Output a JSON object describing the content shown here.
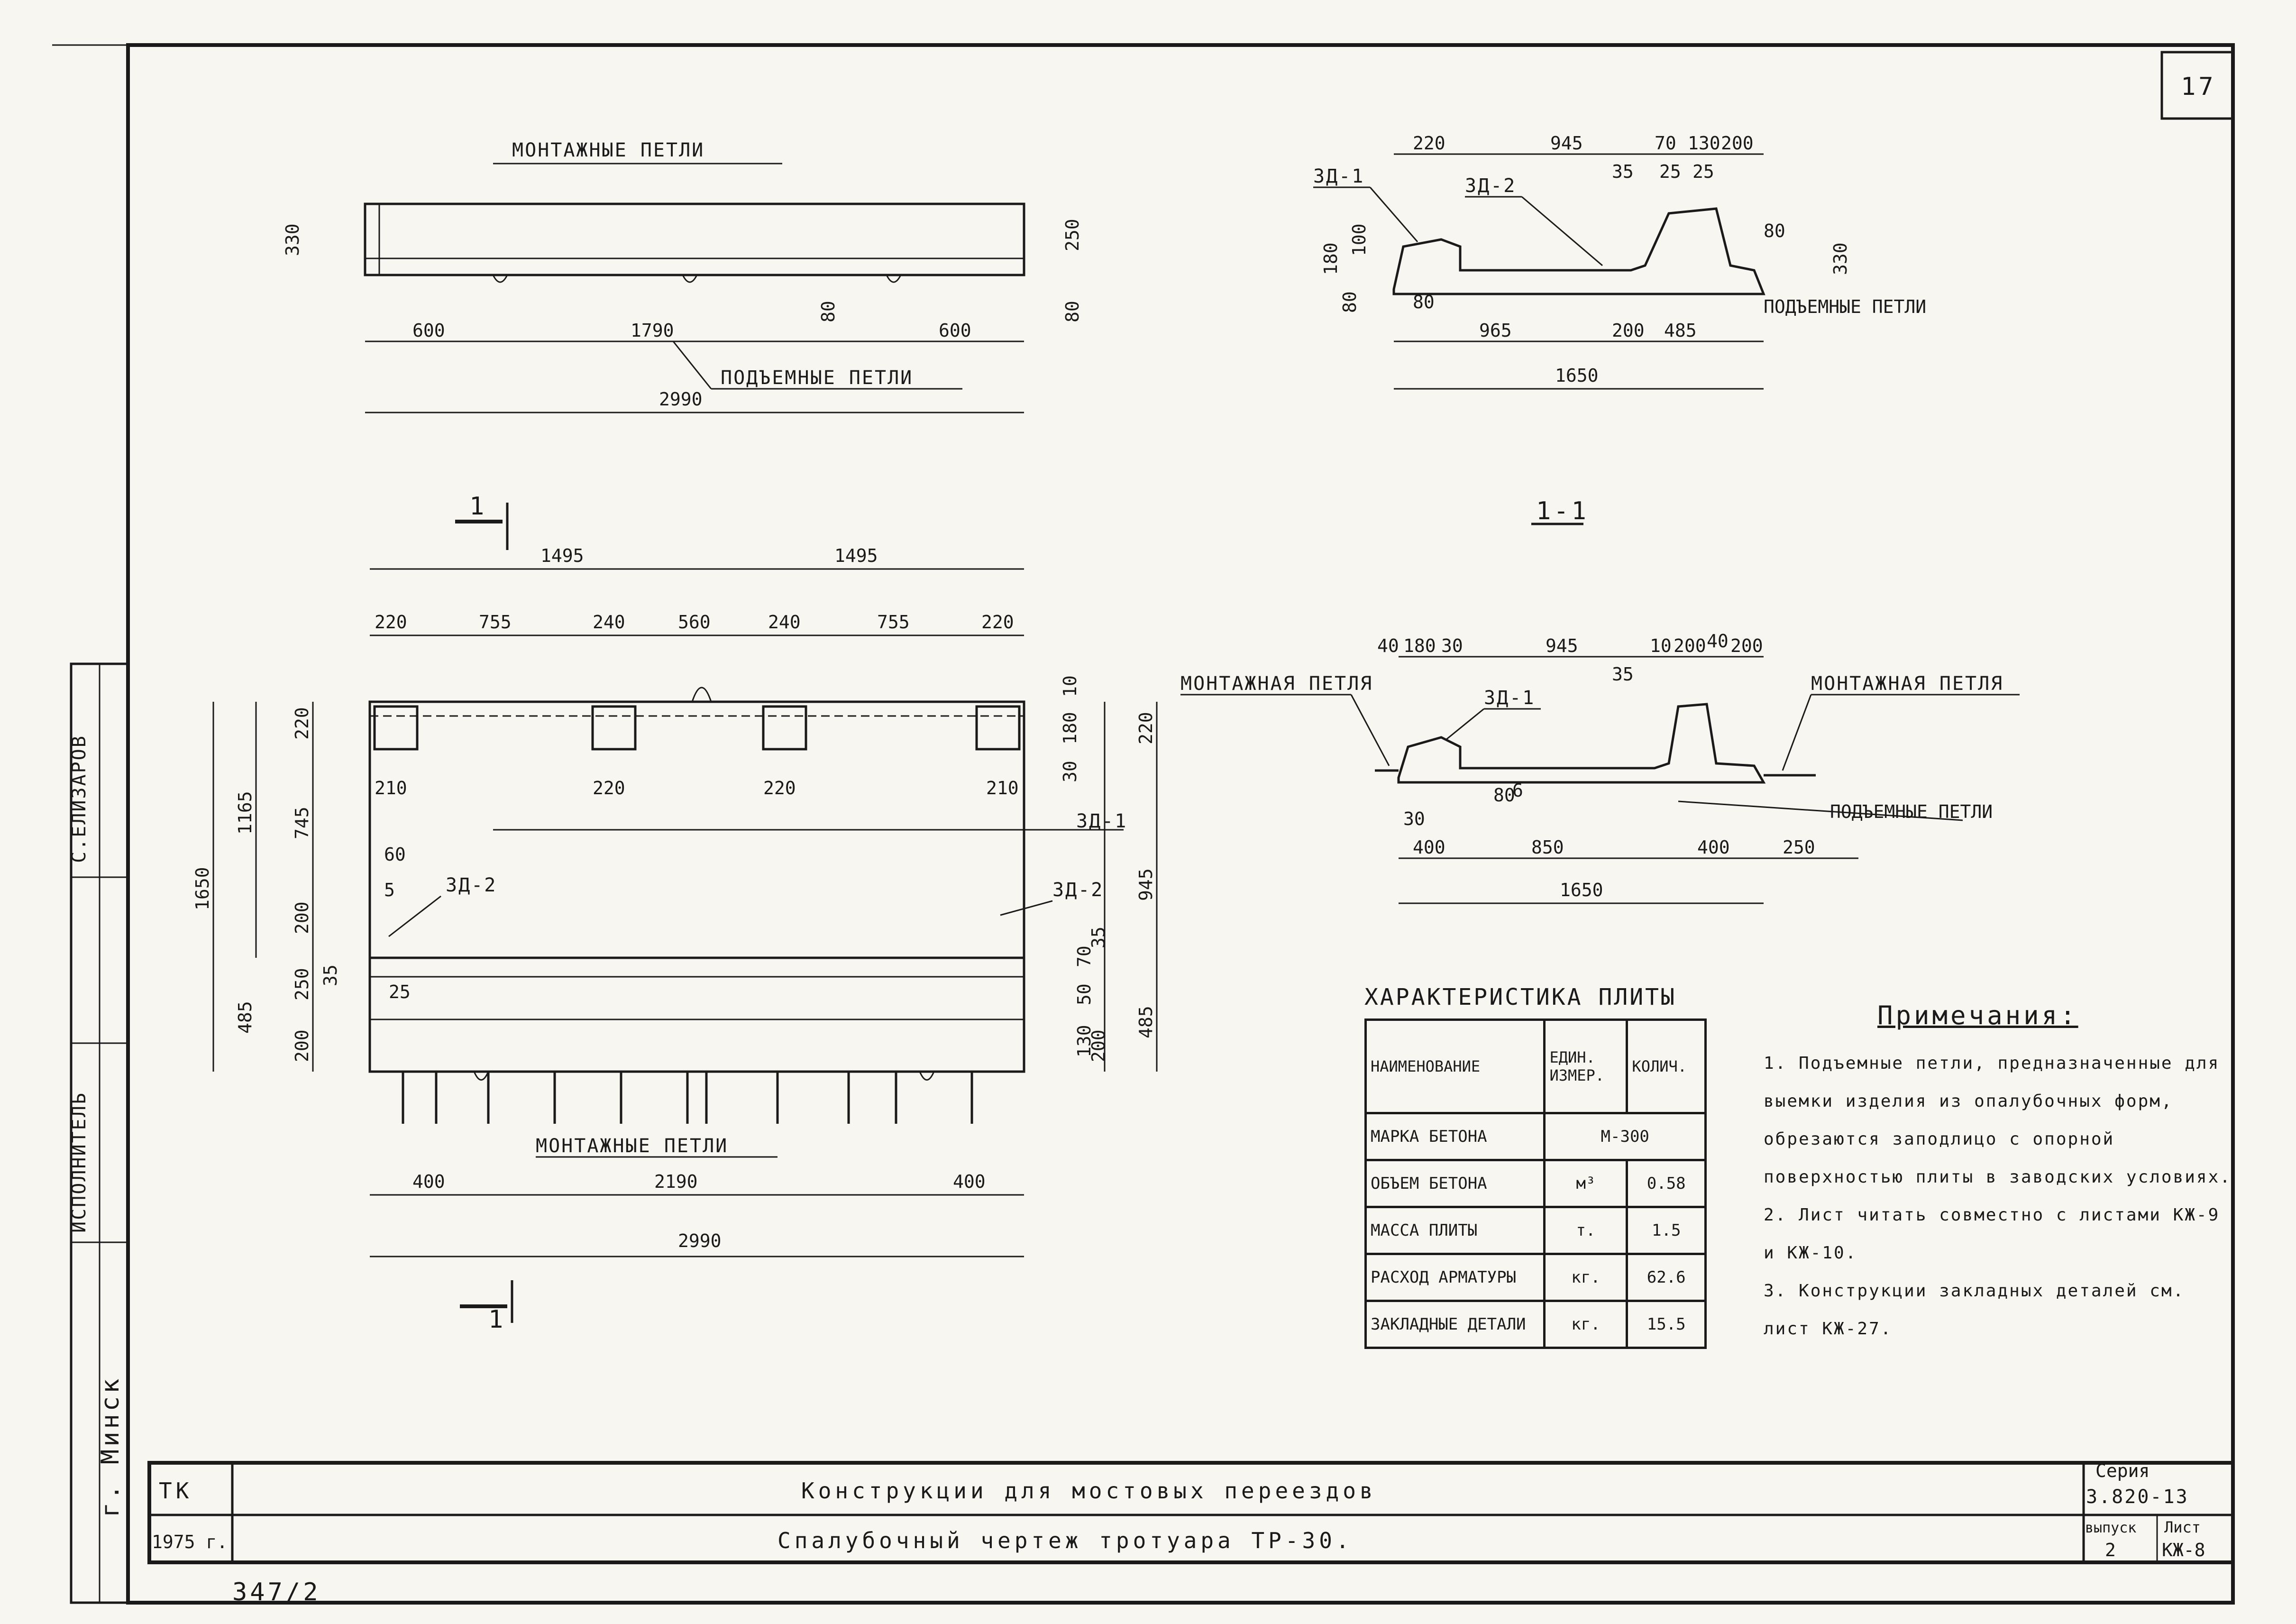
{
  "sheet": {
    "page_number": "17",
    "stamp": "347/2"
  },
  "side_panel": {
    "approver": "С.ЕЛИЗАРОВ",
    "executor_role": "ИСПОЛНИТЕЛЬ",
    "city": "г. Минск"
  },
  "views": {
    "top_view": {
      "label_top": "МОНТАЖНЫЕ ПЕТЛИ",
      "label_bottom": "ПОДЪЕМНЫЕ ПЕТЛИ",
      "dims": [
        "600",
        "1790",
        "600",
        "2990",
        "330",
        "250",
        "80",
        "80"
      ]
    },
    "side_view": {
      "labels": [
        "ЗД-1",
        "ЗД-2",
        "ПОДЪЕМНЫЕ ПЕТЛИ"
      ],
      "dims_top": [
        "220",
        "945",
        "70",
        "130",
        "200",
        "35",
        "25",
        "25"
      ],
      "dims_bottom": [
        "80",
        "965",
        "200",
        "485",
        "1650"
      ],
      "dims_left": [
        "100",
        "180",
        "80"
      ],
      "dims_right": [
        "80",
        "330"
      ]
    },
    "plan_view": {
      "section_mark": "1",
      "dims_top_1": [
        "1495",
        "1495"
      ],
      "dims_top_2": [
        "220",
        "755",
        "240",
        "560",
        "240",
        "755",
        "220"
      ],
      "dims_left": [
        "1650",
        "1165",
        "485",
        "220",
        "745",
        "200",
        "250",
        "200",
        "35"
      ],
      "dims_right": [
        "220",
        "945",
        "485",
        "10",
        "180",
        "30",
        "70",
        "35",
        "50",
        "130",
        "200"
      ],
      "inner": [
        "210",
        "220",
        "220",
        "210",
        "60",
        "5",
        "25"
      ],
      "labels": [
        "ЗД-1",
        "ЗД-2",
        "ЗД-2",
        "МОНТАЖНЫЕ ПЕТЛИ"
      ],
      "dims_bottom": [
        "400",
        "2190",
        "400",
        "2990"
      ]
    },
    "section_1_1": {
      "title": "1-1",
      "label_left": "МОНТАЖНАЯ ПЕТЛЯ",
      "label_right": "МОНТАЖНАЯ ПЕТЛЯ",
      "label_part": "ЗД-1",
      "label_bottom": "ПОДЪЕМНЫЕ ПЕТЛИ",
      "dims_top": [
        "40",
        "180",
        "30",
        "945",
        "35",
        "10",
        "200",
        "40",
        "200"
      ],
      "dims_bottom": [
        "30",
        "400",
        "850",
        "400",
        "250",
        "1650"
      ],
      "inner": [
        "80",
        "6"
      ]
    }
  },
  "characteristics": {
    "title": "ХАРАКТЕРИСТИКА ПЛИТЫ",
    "headers": [
      "НАИМЕНОВАНИЕ",
      "ЕДИН. ИЗМЕР.",
      "КОЛИЧ."
    ],
    "rows": [
      {
        "name": "МАРКА БЕТОНА",
        "unit": "",
        "qty": "М-300",
        "span": true
      },
      {
        "name": "ОБЪЕМ БЕТОНА",
        "unit": "м³",
        "qty": "0.58",
        "span": false
      },
      {
        "name": "МАССА ПЛИТЫ",
        "unit": "т.",
        "qty": "1.5",
        "span": false
      },
      {
        "name": "РАСХОД АРМАТУРЫ",
        "unit": "кг.",
        "qty": "62.6",
        "span": false
      },
      {
        "name": "ЗАКЛАДНЫЕ ДЕТАЛИ",
        "unit": "кг.",
        "qty": "15.5",
        "span": false
      }
    ]
  },
  "notes": {
    "title": "Примечания:",
    "items": [
      "1. Подъемные петли, предназначенные для выемки изделия из опалубочных форм, обрезаются заподлицо с опорной поверхностью плиты в заводских условиях.",
      "2. Лист читать совместно с листами КЖ-9 и КЖ-10.",
      "3. Конструкции закладных деталей см. лист КЖ-27."
    ]
  },
  "title_block": {
    "org": "ТК",
    "year": "1975 г.",
    "title": "Конструкции для мостовых переездов",
    "subtitle": "Спалубочный чертеж тротуара ТР-30.",
    "series_label": "Серия",
    "series": "3.820-13",
    "issue_label": "выпуск",
    "issue": "2",
    "sheet_label": "Лист",
    "sheet": "КЖ-8"
  }
}
